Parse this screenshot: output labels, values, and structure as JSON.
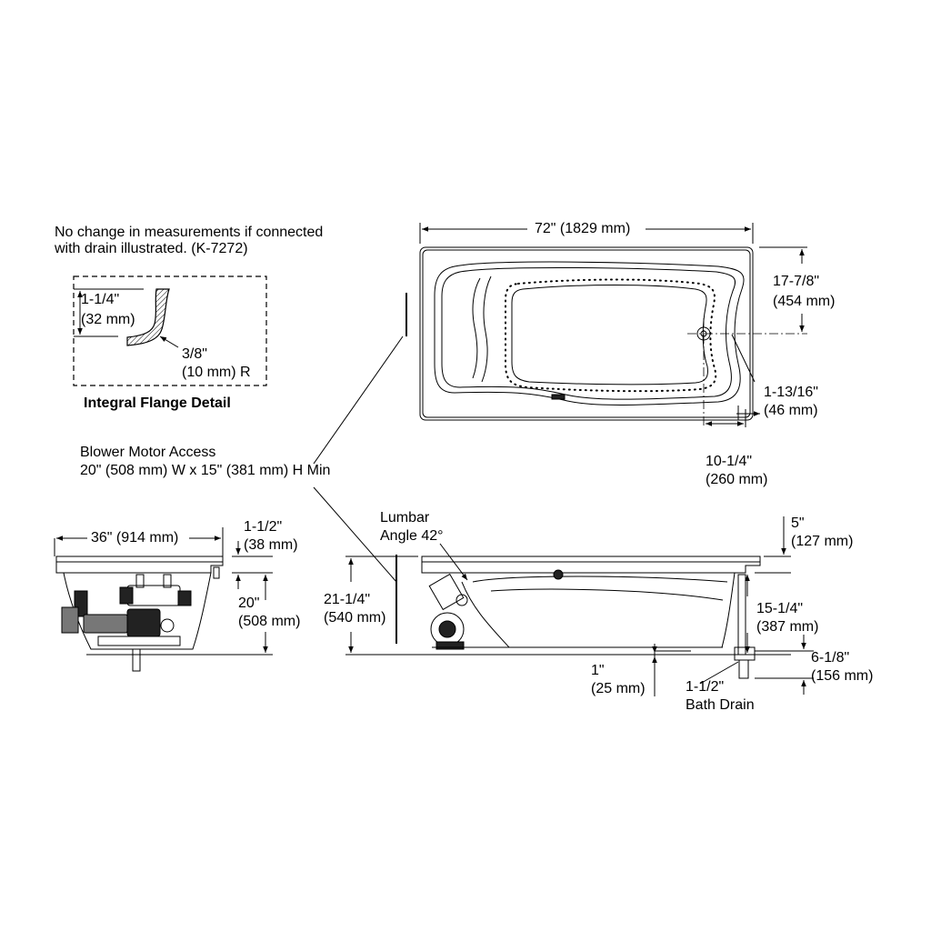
{
  "flange_note": {
    "line1": "No change in measurements if connected",
    "line2": "with drain illustrated.  (K-7272)"
  },
  "flange_detail": {
    "height_imperial": "1-1/4\"",
    "height_metric": "(32 mm)",
    "radius_imperial": "3/8\"",
    "radius_metric": "(10 mm) R",
    "title": "Integral Flange Detail"
  },
  "blower": {
    "line1": "Blower Motor Access",
    "line2": "20\" (508 mm) W x 15\" (381 mm) H Min"
  },
  "top_view": {
    "length": "72\" (1829 mm)",
    "drain_offset_imperial": "17-7/8\"",
    "drain_offset_metric": "(454 mm)",
    "rim_imperial": "1-13/16\"",
    "rim_metric": "(46 mm)",
    "drain_end_imperial": "10-1/4\"",
    "drain_end_metric": "(260 mm)"
  },
  "end_view": {
    "width": "36\" (914 mm)",
    "deck_imperial": "1-1/2\"",
    "deck_metric": "(38 mm)",
    "depth_imperial": "20\"",
    "depth_metric": "(508 mm)"
  },
  "side_view": {
    "lumbar_line1": "Lumbar",
    "lumbar_line2": "Angle 42°",
    "overall_height_imperial": "21-1/4\"",
    "overall_height_metric": "(540 mm)",
    "flange_height_imperial": "5\"",
    "flange_height_metric": "(127 mm)",
    "water_depth_imperial": "15-1/4\"",
    "water_depth_metric": "(387 mm)",
    "drain_height_imperial": "6-1/8\"",
    "drain_height_metric": "(156 mm)",
    "clearance_imperial": "1\"",
    "clearance_metric": "(25 mm)",
    "drain_size": "1-1/2\"",
    "drain_label": "Bath Drain"
  }
}
